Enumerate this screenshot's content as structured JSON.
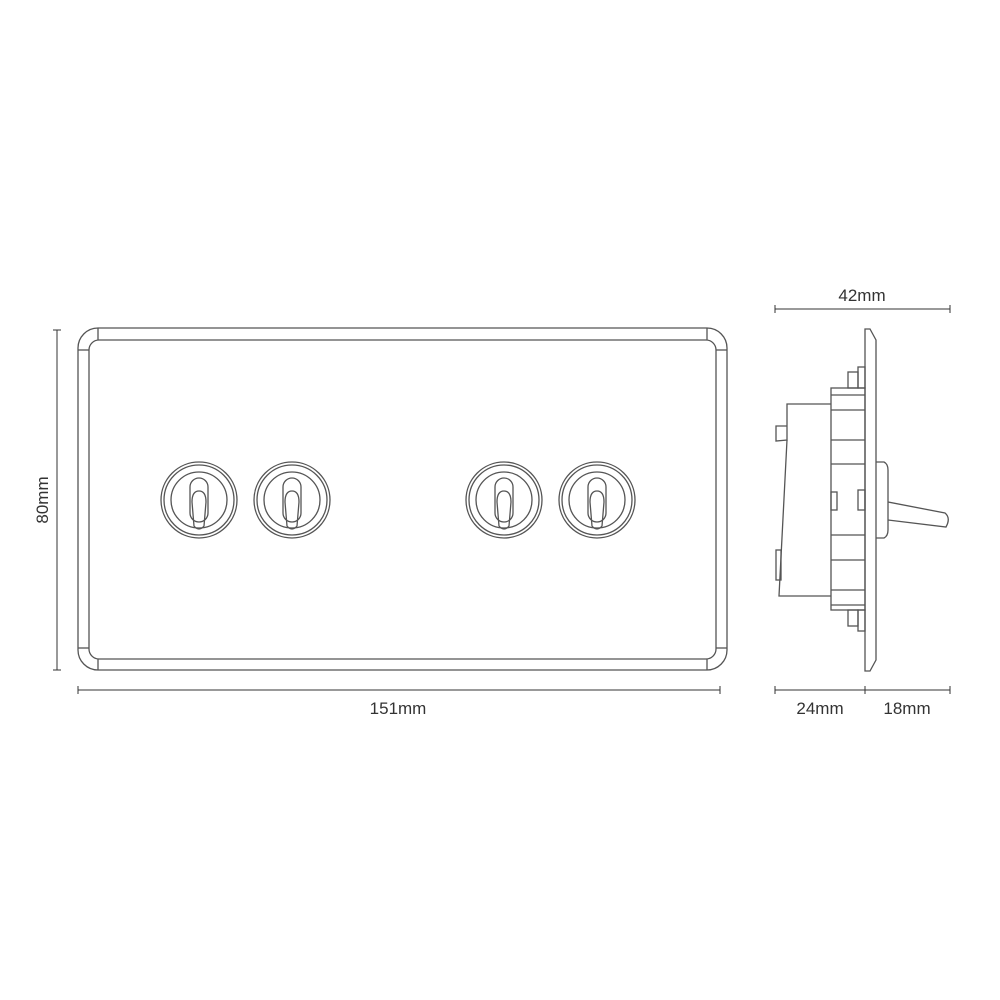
{
  "title": "Double toggle switch plate dimension drawing",
  "dimensions": {
    "width": "151mm",
    "height": "80mm",
    "depth_total": "42mm",
    "depth_back": "24mm",
    "depth_front": "18mm"
  },
  "toggles": [
    {
      "name": "toggle-1"
    },
    {
      "name": "toggle-2"
    },
    {
      "name": "toggle-3"
    },
    {
      "name": "toggle-4"
    }
  ],
  "colors": {
    "line": "#555555",
    "text": "#333333"
  }
}
